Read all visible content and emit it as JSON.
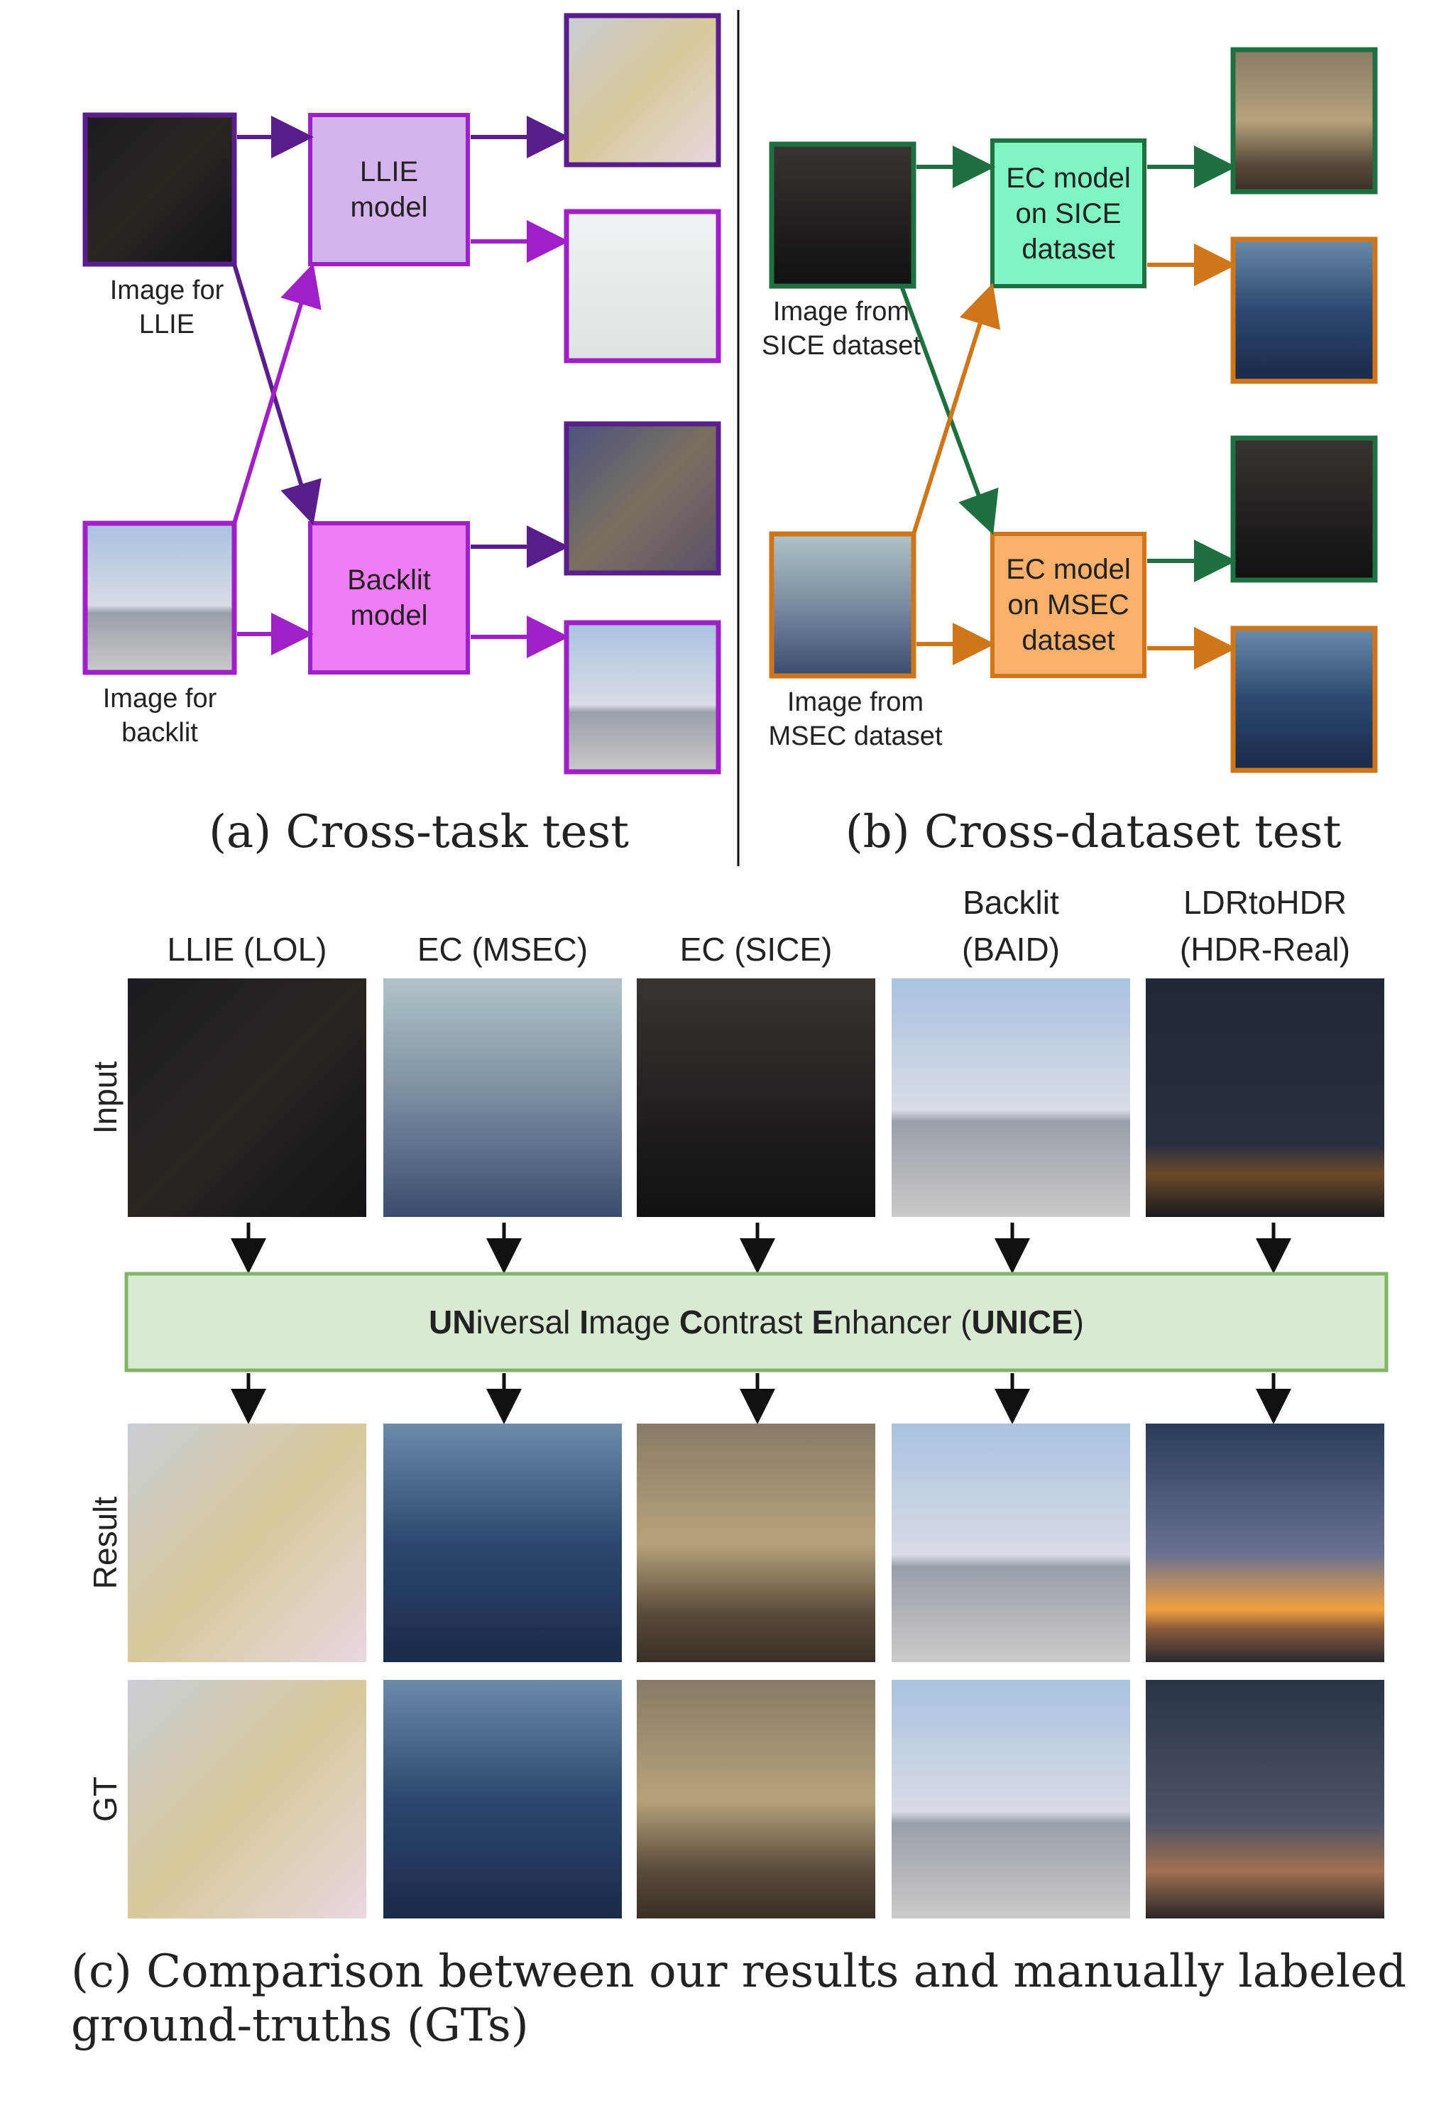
{
  "panel_a": {
    "input_top_label": "Image for\nLLIE",
    "input_bottom_label": "Image for\nbacklit",
    "model_top": "LLIE\nmodel",
    "model_bottom": "Backlit\nmodel",
    "caption": "(a) Cross-task test",
    "colors": {
      "llie": "#5a1e8c",
      "llie_fill": "#d6b3ec",
      "backlit": "#a020c8",
      "backlit_fill": "#f07cf4"
    }
  },
  "panel_b": {
    "input_top_label": "Image from\nSICE dataset",
    "input_bottom_label": "Image from\nMSEC dataset",
    "model_top": "EC model\non SICE\ndataset",
    "model_bottom": "EC model\non MSEC\ndataset",
    "caption": "(b) Cross-dataset test",
    "colors": {
      "sice": "#1f7040",
      "sice_fill": "#7ff5c2",
      "msec": "#d0761a",
      "msec_fill": "#f8b06a"
    }
  },
  "panel_c": {
    "columns": [
      "LLIE (LOL)",
      "EC (MSEC)",
      "EC (SICE)",
      "Backlit\n(BAID)",
      "LDRtoHDR\n(HDR-Real)"
    ],
    "rows": [
      "Input",
      "Result",
      "GT"
    ],
    "unice": {
      "p1": "UN",
      "p2": "iversal ",
      "p3": "I",
      "p4": "mage ",
      "p5": "C",
      "p6": "ontrast ",
      "p7": "E",
      "p8": "nhancer (",
      "p9": "UNICE",
      "p10": ")"
    },
    "caption_line1": "(c) Comparison between our results and manually labeled",
    "caption_line2": "ground-truths (GTs)",
    "colors": {
      "unice_fill": "#d9ead3",
      "unice_border": "#82b366"
    }
  }
}
